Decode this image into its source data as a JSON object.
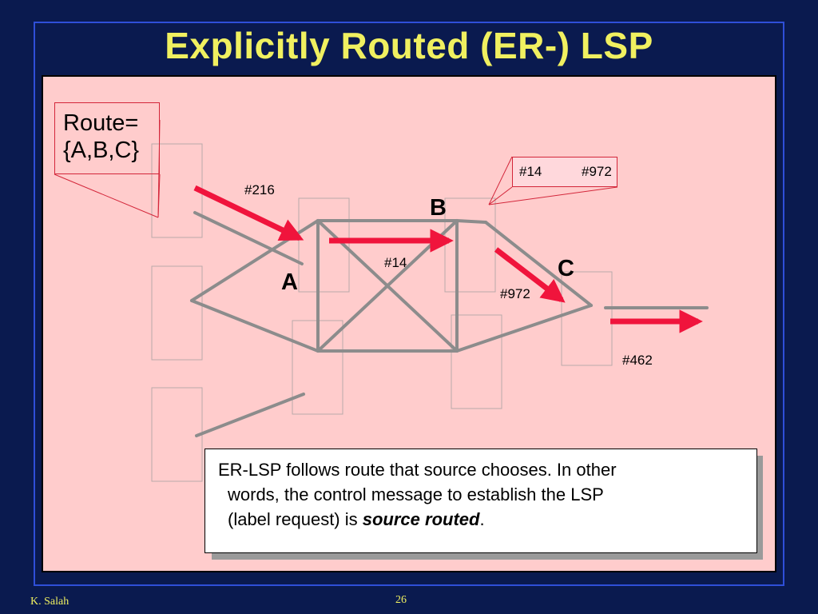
{
  "slide": {
    "title": "Explicitly Routed (ER-) LSP",
    "route_line1": "Route=",
    "route_line2": "{A,B,C}",
    "callout_in": "#14",
    "callout_out": "#972",
    "label_216": "#216",
    "label_14": "#14",
    "label_972": "#972",
    "label_462": "#462",
    "node_a": "A",
    "node_b": "B",
    "node_c": "C",
    "note_part1": "ER-LSP follows route that source chooses. In other",
    "note_part2": "words, the control message to establish the LSP",
    "note_part3": "(label request) is ",
    "note_emphasis": "source routed",
    "note_end": ".",
    "footer_author": "K. Salah",
    "page_number": "26"
  },
  "colors": {
    "background": "#0a1a4f",
    "title": "#f0f060",
    "panel": "#ffcccc",
    "arrow": "#f0143c",
    "link": "#8c8c8c",
    "callout_border": "#d3263a"
  }
}
